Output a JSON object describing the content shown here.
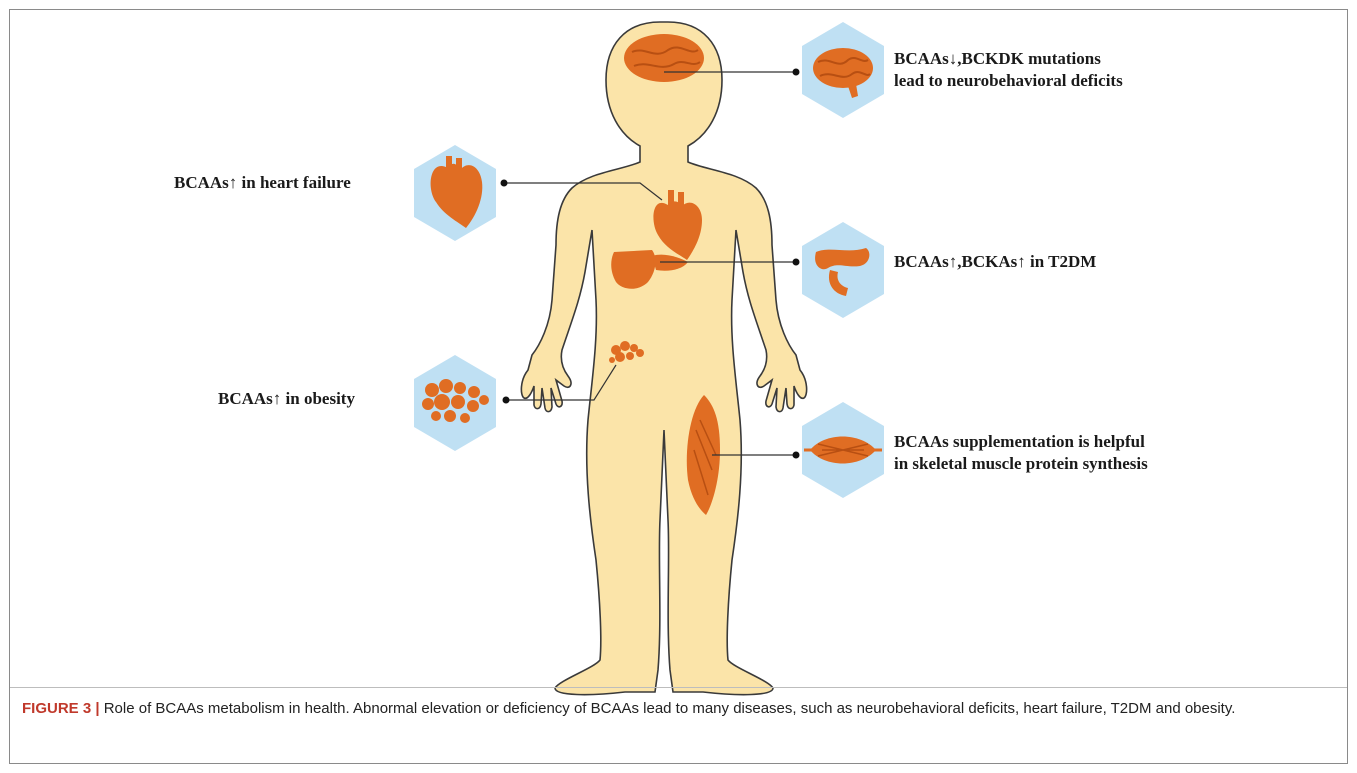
{
  "figure": {
    "labels": {
      "brain": [
        "BCAAs↓,BCKDK mutations",
        "lead to neurobehavioral deficits"
      ],
      "heart": "BCAAs↑ in heart failure",
      "pancreas": "BCAAs↑,BCKAs↑ in T2DM",
      "obesity": "BCAAs↑ in obesity",
      "muscle": [
        "BCAAs supplementation is helpful",
        "in skeletal muscle protein synthesis"
      ]
    },
    "colors": {
      "body": "#fbe4a9",
      "organ": "#e06d23",
      "hexagon": "#bfe0f3",
      "outline": "#3a3a3a"
    }
  },
  "caption": {
    "label": "FIGURE 3 |",
    "text": " Role of BCAAs metabolism in health. Abnormal elevation or deficiency of BCAAs lead to many diseases, such as neurobehavioral deficits, heart failure, T2DM and obesity."
  }
}
